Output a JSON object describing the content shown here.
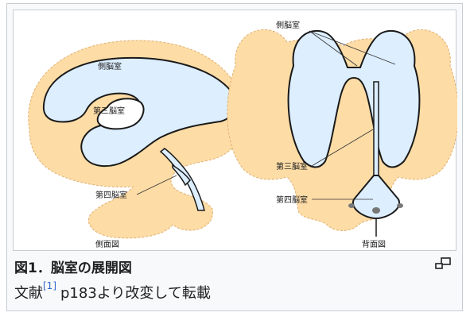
{
  "figure": {
    "labels": {
      "lateral_ventricle_left": "側脳室",
      "third_ventricle_left": "第三脳室",
      "fourth_ventricle_left": "第四脳室",
      "lateral_view": "側面図",
      "lateral_ventricle_right": "側脳室",
      "third_ventricle_right": "第三脳室",
      "fourth_ventricle_right": "第四脳室",
      "posterior_view": "背面図"
    },
    "colors": {
      "brain": "#fddca6",
      "ventricle": "#ddeeff",
      "outline": "#1a1a1a"
    }
  },
  "caption": {
    "title": "図1．脳室の展開図",
    "text_before": "文献",
    "ref": "[1]",
    "text_after": "p183より改変して転載"
  },
  "icons": {
    "enlarge": "enlarge-icon"
  }
}
